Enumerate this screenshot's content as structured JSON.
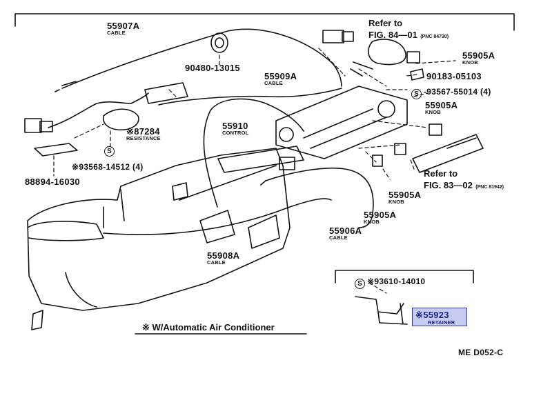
{
  "parts": {
    "p55907a": {
      "number": "55907A",
      "name": "CABLE"
    },
    "p90480": {
      "number": "90480-13015"
    },
    "p55909a": {
      "number": "55909A",
      "name": "CABLE"
    },
    "p55910": {
      "number": "55910",
      "name": "CONTROL"
    },
    "p87284": {
      "number": "※87284",
      "name": "RESISTANCE"
    },
    "p93568": {
      "number": "※93568-14512 (4)"
    },
    "p88894": {
      "number": "88894-16030"
    },
    "p55905a_1": {
      "number": "55905A",
      "name": "KNOB"
    },
    "p90183": {
      "number": "90183-05103"
    },
    "p93567": {
      "number": "-93567-55014 (4)"
    },
    "p55905a_2": {
      "number": "55905A",
      "name": "KNOB"
    },
    "p55905a_3": {
      "number": "55905A",
      "name": "KNOB"
    },
    "p55905a_4": {
      "number": "55905A",
      "name": "KNOB"
    },
    "p55906a": {
      "number": "55906A",
      "name": "CABLE"
    },
    "p55908a": {
      "number": "55908A",
      "name": "CABLE"
    },
    "p93610": {
      "number": "※93610-14010"
    },
    "p55923": {
      "number": "※55923",
      "name": "RETAINER"
    }
  },
  "refs": {
    "fig84": {
      "line1": "Refer to",
      "line2": "FIG. 84—01",
      "pnc": "(PNC 84730)"
    },
    "fig83": {
      "line1": "Refer to",
      "line2": "FIG. 83—02",
      "pnc": "(PNC 81942)"
    }
  },
  "s_symbol": "S",
  "legend": "※  W/Automatic Air Conditioner",
  "diagram_code": "ME D052-C",
  "colors": {
    "highlight_fill": "#c7cbf0",
    "highlight_border": "#2a34c9",
    "ink": "#111111"
  }
}
